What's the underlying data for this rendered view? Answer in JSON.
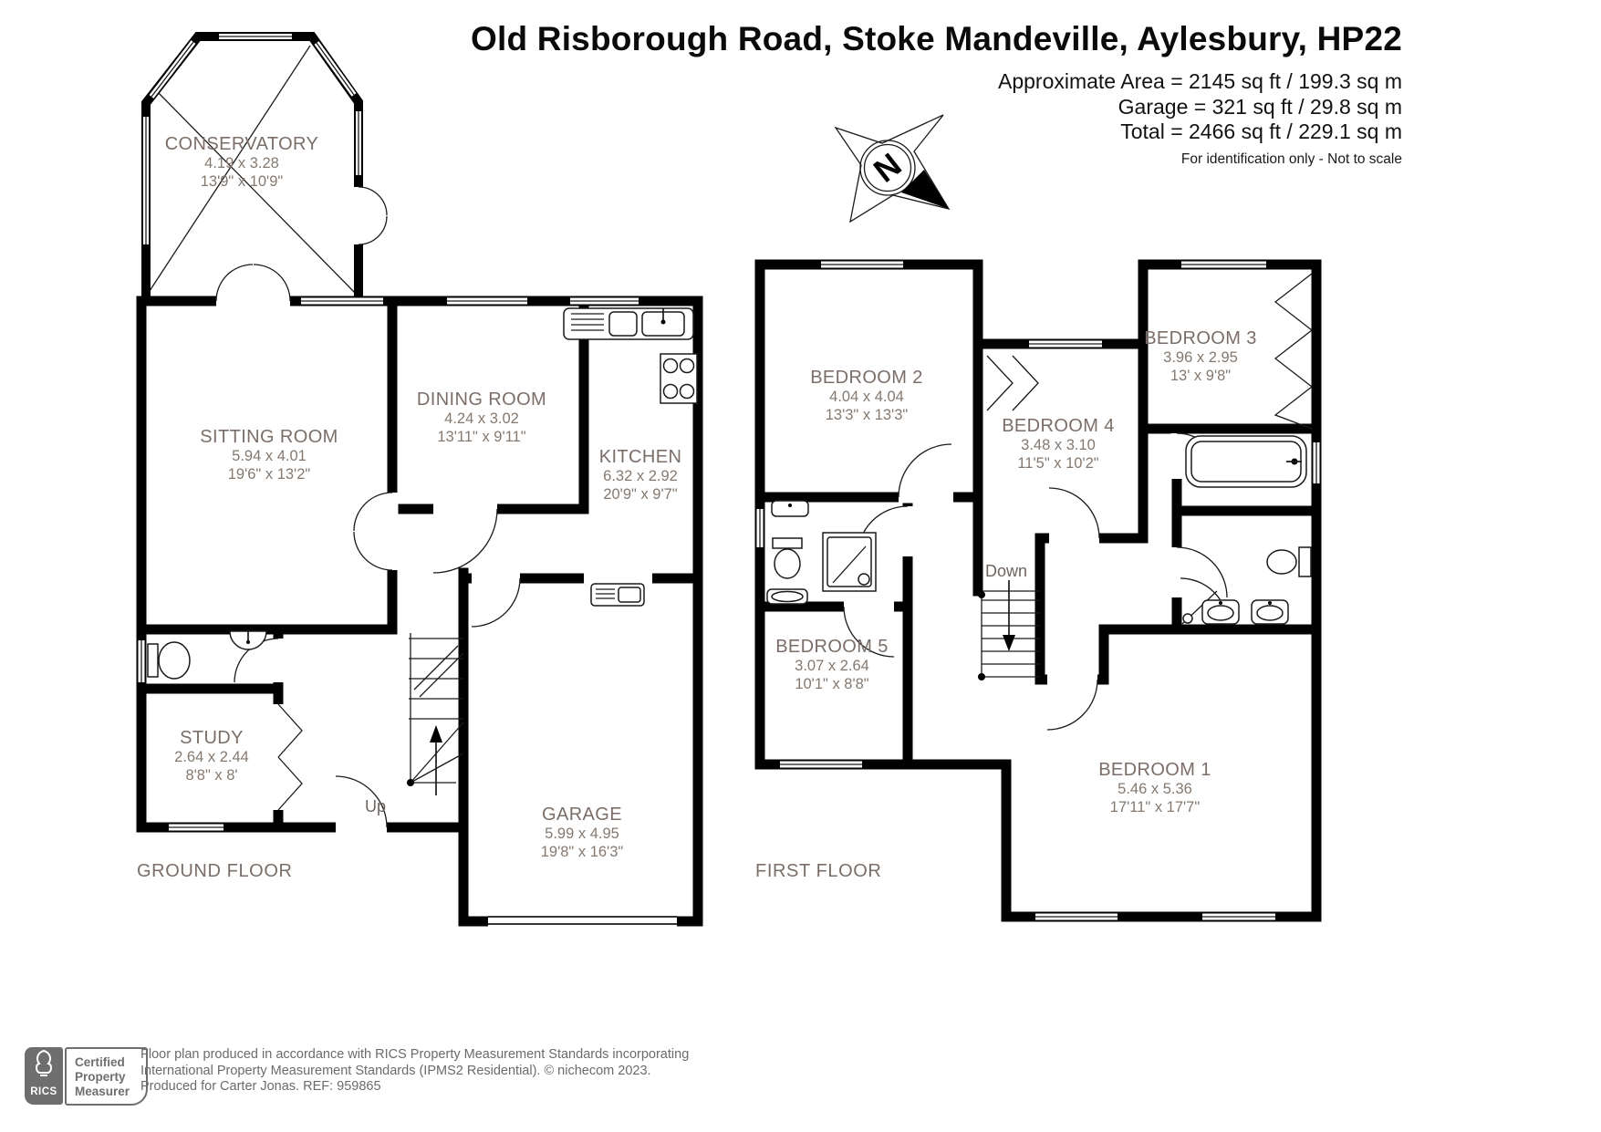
{
  "page": {
    "title": "Old Risborough Road, Stoke Mandeville, Aylesbury, HP22"
  },
  "header": {
    "area_lines": [
      "Approximate Area = 2145 sq ft / 199.3 sq m",
      "Garage = 321 sq ft / 29.8 sq m",
      "Total = 2466 sq ft / 229.1 sq m"
    ],
    "disclaimer": "For identification only - Not to scale"
  },
  "compass": {
    "north_label": "N"
  },
  "floors": {
    "ground": {
      "label": "GROUND FLOOR",
      "stair_label": "Up",
      "rooms": {
        "conservatory": {
          "name": "CONSERVATORY",
          "metric": "4.19 x 3.28",
          "imperial": "13'9\" x 10'9\""
        },
        "sitting": {
          "name": "SITTING ROOM",
          "metric": "5.94 x 4.01",
          "imperial": "19'6\" x 13'2\""
        },
        "dining": {
          "name": "DINING ROOM",
          "metric": "4.24 x 3.02",
          "imperial": "13'11\" x 9'11\""
        },
        "kitchen": {
          "name": "KITCHEN",
          "metric": "6.32 x 2.92",
          "imperial": "20'9\" x 9'7\""
        },
        "study": {
          "name": "STUDY",
          "metric": "2.64 x 2.44",
          "imperial": "8'8\" x 8'"
        },
        "garage": {
          "name": "GARAGE",
          "metric": "5.99 x 4.95",
          "imperial": "19'8\" x 16'3\""
        }
      }
    },
    "first": {
      "label": "FIRST FLOOR",
      "stair_label": "Down",
      "rooms": {
        "bedroom2": {
          "name": "BEDROOM 2",
          "metric": "4.04 x 4.04",
          "imperial": "13'3\" x 13'3\""
        },
        "bedroom3": {
          "name": "BEDROOM 3",
          "metric": "3.96 x 2.95",
          "imperial": "13' x 9'8\""
        },
        "bedroom4": {
          "name": "BEDROOM 4",
          "metric": "3.48 x 3.10",
          "imperial": "11'5\" x 10'2\""
        },
        "bedroom5": {
          "name": "BEDROOM 5",
          "metric": "3.07 x 2.64",
          "imperial": "10'1\" x 8'8\""
        },
        "bedroom1": {
          "name": "BEDROOM 1",
          "metric": "5.46 x 5.36",
          "imperial": "17'11\" x 17'7\""
        }
      }
    }
  },
  "footer": {
    "logo": {
      "brand": "RICS",
      "cert_lines": [
        "Certified",
        "Property",
        "Measurer"
      ]
    },
    "lines": [
      "Floor plan produced in accordance with RICS Property Measurement Standards incorporating",
      "International Property Measurement Standards (IPMS2 Residential).   © nichecom 2023.",
      "Produced for Carter Jonas.   REF:  959865"
    ]
  },
  "colors": {
    "wall": "#010101",
    "room_label": "#7b6e68",
    "room_dims": "#85796f",
    "footer_gray": "#6e6e6e"
  }
}
